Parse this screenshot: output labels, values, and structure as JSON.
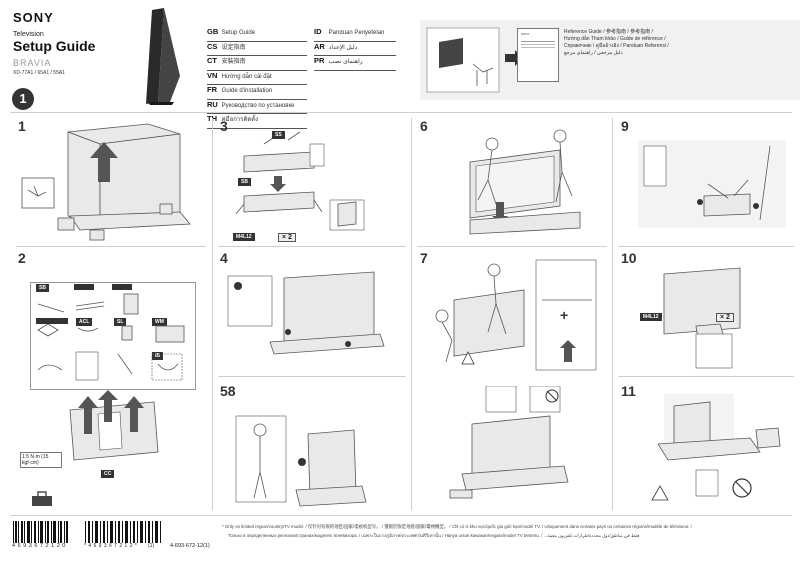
{
  "header": {
    "brand": "SONY",
    "subtitle": "Television",
    "title": "Setup Guide",
    "series": "BRAVIA",
    "models": "XD-77A1 / 65A1 / 55A1",
    "part_number": "1"
  },
  "languages_left": [
    {
      "code": "GB",
      "text": "Setup Guide"
    },
    {
      "code": "CS",
      "text": "设定指南"
    },
    {
      "code": "CT",
      "text": "安裝指南"
    },
    {
      "code": "VN",
      "text": "Hướng dẫn cài đặt"
    },
    {
      "code": "FR",
      "text": "Guide d'installation"
    },
    {
      "code": "RU",
      "text": "Руководство по установке"
    },
    {
      "code": "TH",
      "text": "คู่มือการติดตั้ง"
    }
  ],
  "languages_right": [
    {
      "code": "ID",
      "text": "Panduan Penyetelan"
    },
    {
      "code": "AR",
      "text": "دليل الإعداد"
    },
    {
      "code": "PR",
      "text": "راهنمای نصب"
    }
  ],
  "reference": {
    "line1": "Reference Guide / 参考指南 / 參考指南 /",
    "line2": "Hướng dẫn Tham khảo / Guide de référence /",
    "line3": "Справочник / คู่มืออ้างอิง / Panduan Referensi /",
    "line4": "دليل مرجعي / راهنمای مرجع"
  },
  "steps": {
    "s1": "1",
    "s2": "2",
    "s3": "3",
    "s4": "4",
    "s6": "6",
    "s7": "7",
    "s9": "9",
    "s10": "10",
    "s11": "11",
    "s58": "58"
  },
  "labels": {
    "ss": "SS",
    "sb": "SB",
    "sb_qty": "SB",
    "acl": "ACL",
    "sl": "SL",
    "wm": "WM",
    "ib": "IB",
    "cc": "CC",
    "m4l12": "M4L12",
    "x2": "× 2",
    "torque": "1.5 N·m (15 kgf·cm)"
  },
  "footer": {
    "barcode_number": "4 6 9 3 6 7 2 1 2 0",
    "barcode_number2": "* 4 6 9 3 6 7 2 1 2 *",
    "suffix": "(1)",
    "docnum": "4-693-672-12(1)",
    "note1": "* Only on limited region/country/TV model. / 仅针对有限的地区/国家/电视机型号。 / 僅限於限定地區/國家/電視機型。 / Chỉ có ở khu vực/quốc gia giới hạn/model TV. / Uniquement dans certains pays ou certaines régions/modèle de téléviseur. /",
    "note2": "Только в определенных регионах/странах/моделях телевизора. / เฉพาะในบางภูมิภาค/ประเทศ/รุ่นทีวีเท่านั้น / Hanya untuk kawasan/negara/model TV tertentu. / ...فقط في مناطق/دول محددة/طرازات تلفزيون معينة"
  }
}
